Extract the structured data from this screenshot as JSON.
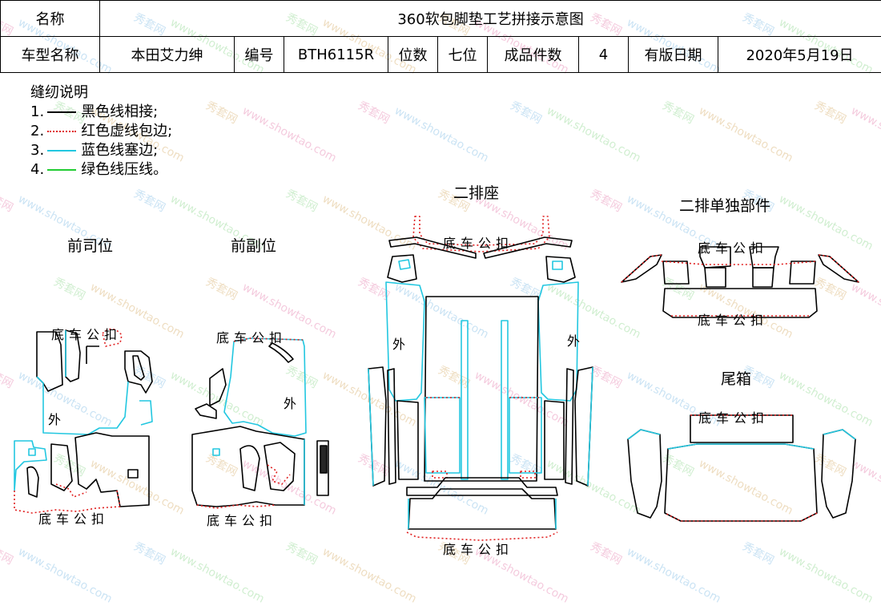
{
  "header": {
    "name_label": "名称",
    "title": "360软包脚垫工艺拼接示意图",
    "car_label": "车型名称",
    "car_value": "本田艾力绅",
    "code_label": "编号",
    "code_value": "BTH6115R",
    "seat_label": "位数",
    "seat_value": "七位",
    "pieces_label": "成品件数",
    "pieces_value": "4",
    "date_label": "有版日期",
    "date_value": "2020年5月19日"
  },
  "legend": {
    "title": "缝纫说明",
    "items": [
      {
        "num": "1.",
        "text": "黑色线相接;",
        "color": "#000000",
        "style": "solid"
      },
      {
        "num": "2.",
        "text": "红色虚线包边;",
        "color": "#e02020",
        "style": "dotted"
      },
      {
        "num": "3.",
        "text": "蓝色线塞边;",
        "color": "#22c7e0",
        "style": "solid"
      },
      {
        "num": "4.",
        "text": "绿色线压线。",
        "color": "#22cc33",
        "style": "solid"
      }
    ]
  },
  "sections": {
    "driver": "前司位",
    "passenger": "前副位",
    "second_row": "二排座",
    "second_row_parts": "二排单独部件",
    "trunk": "尾箱"
  },
  "labels": {
    "base_buckle": "底车公扣",
    "outer": "外"
  },
  "watermark": {
    "brand": "秀套网",
    "site": "www.showtao.com"
  },
  "colors": {
    "black": "#000000",
    "red": "#e02020",
    "cyan": "#22c7e0",
    "green": "#22cc33"
  }
}
